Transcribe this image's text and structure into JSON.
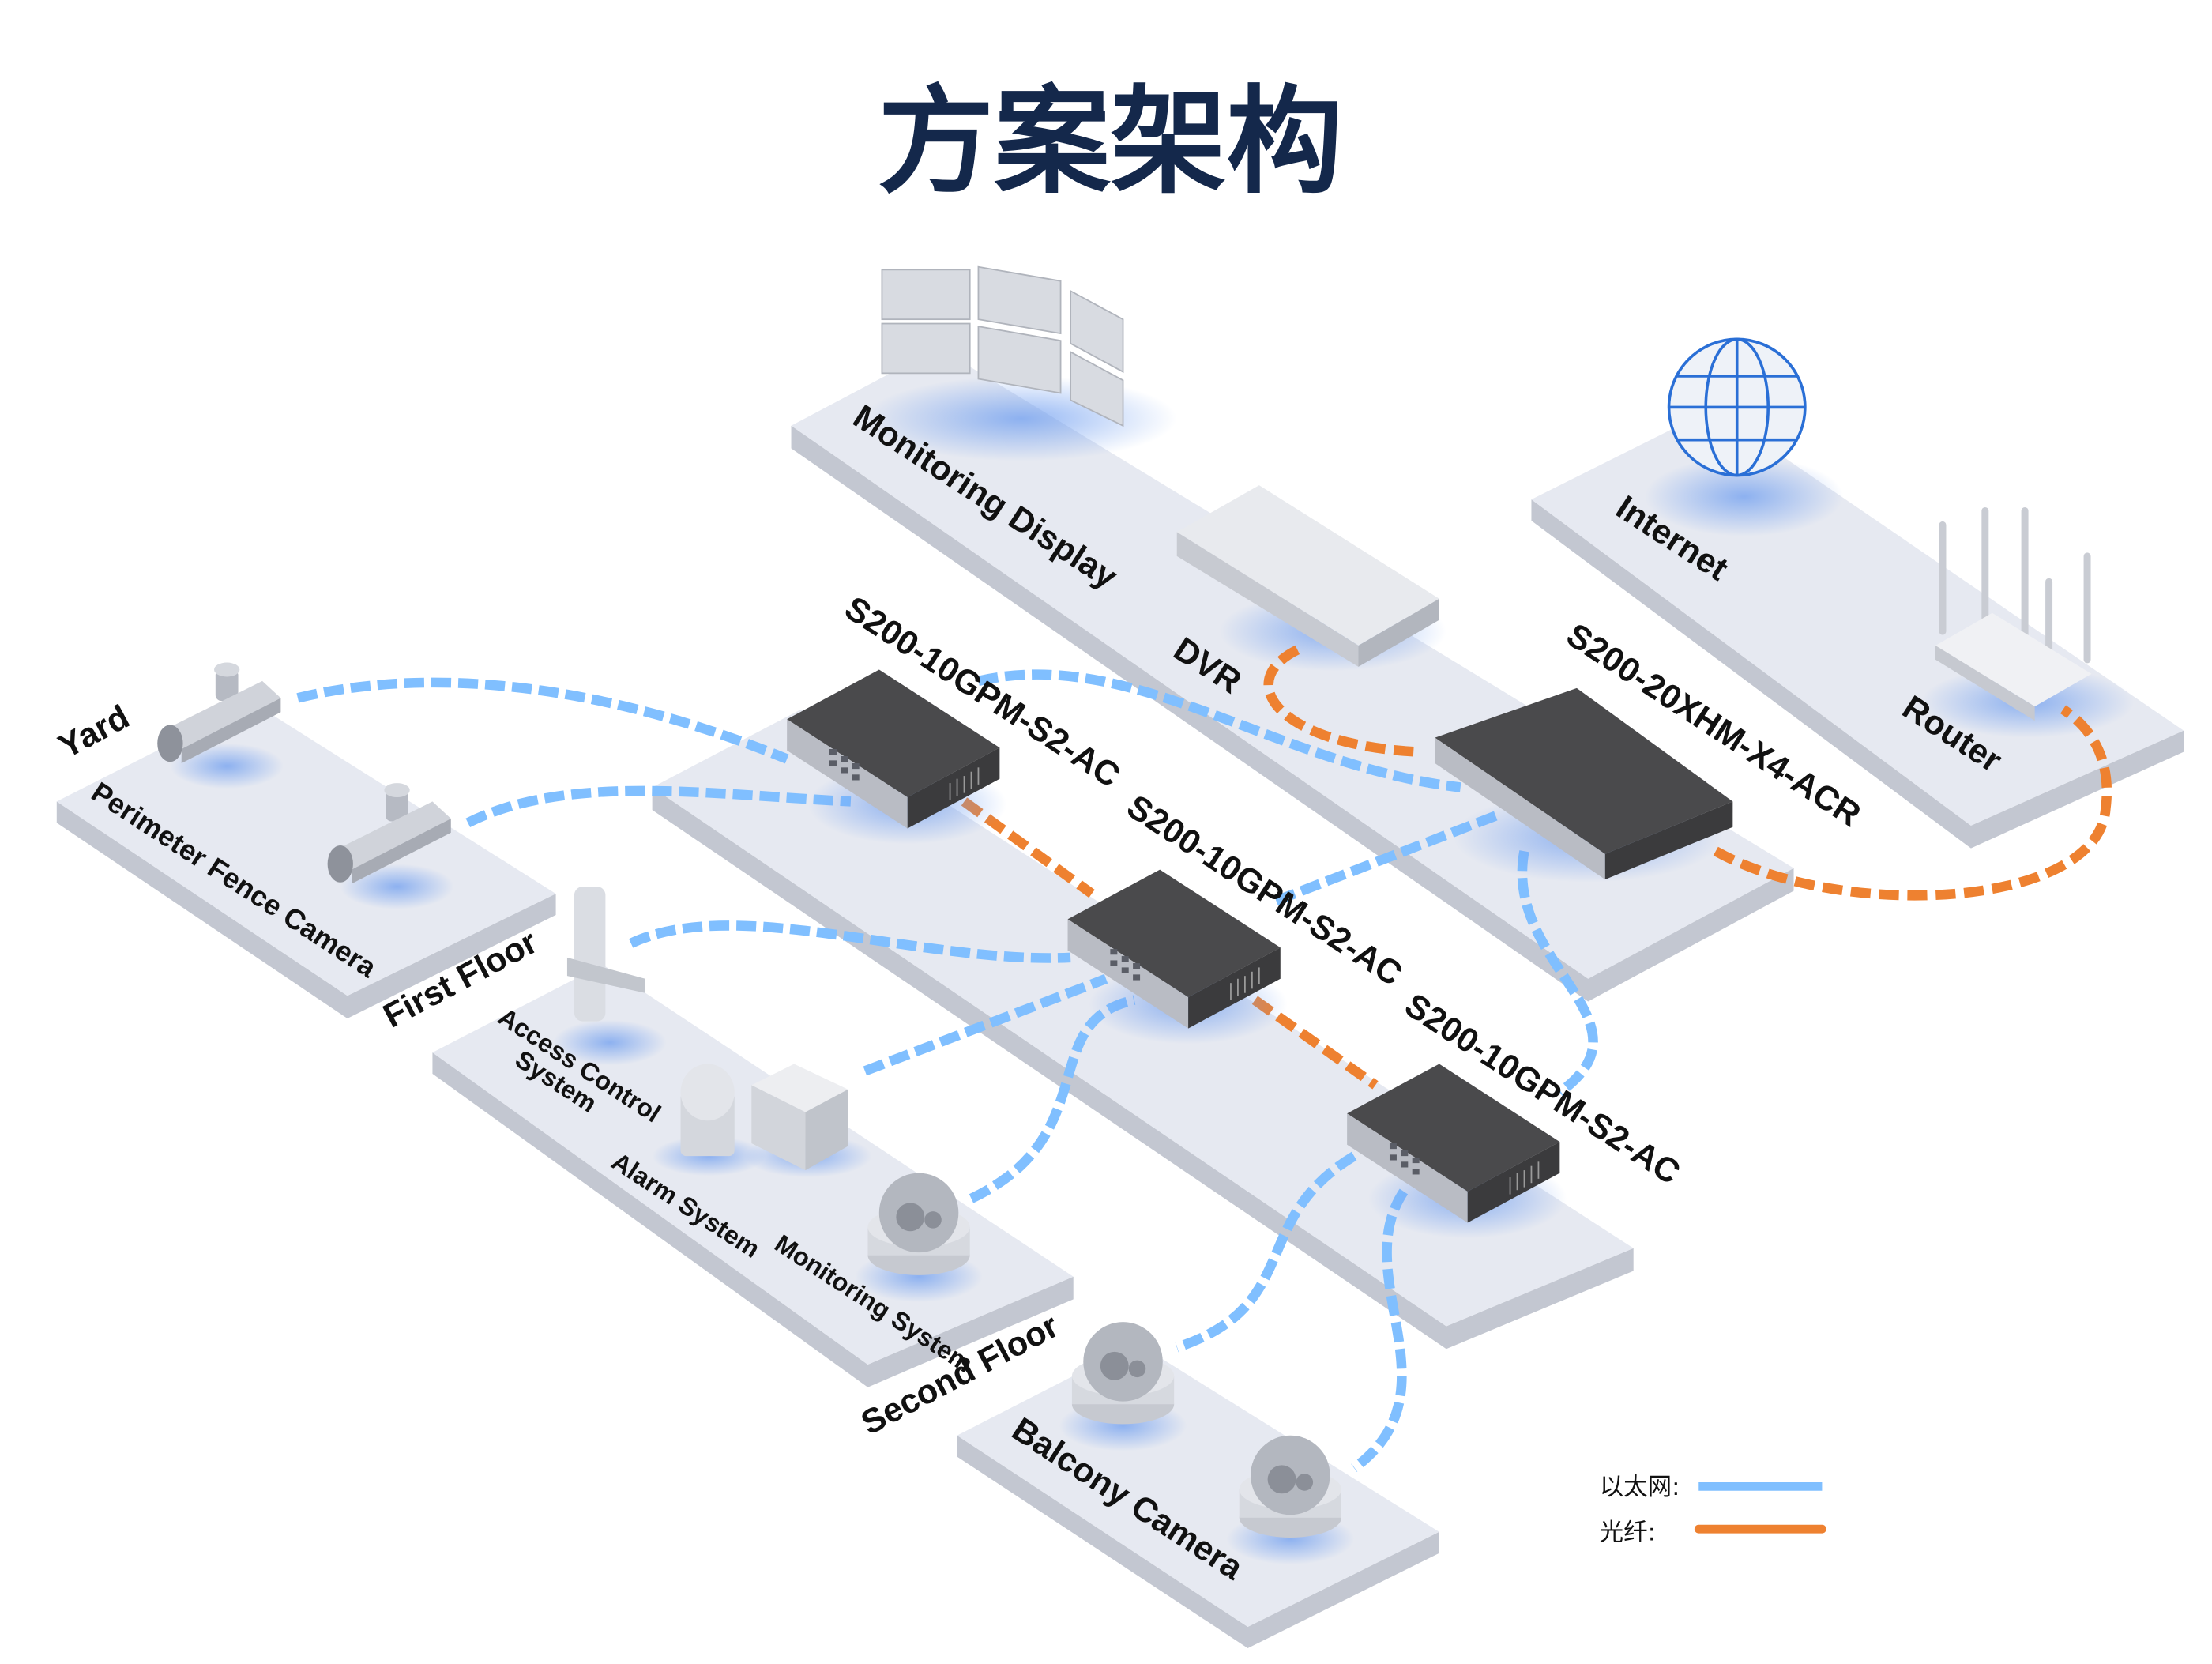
{
  "title": "方案架构",
  "colors": {
    "ethernet": "#80BFFF",
    "fiber": "#EE8130",
    "title": "#14284B",
    "platform": "#E6E9F1"
  },
  "zones": {
    "monitoring_display": "Monitoring Display",
    "dvr": "DVR",
    "internet": "Internet",
    "router": "Router",
    "yard": "Yard",
    "perimeter_fence_camera": "Perimeter Fence Camera",
    "first_floor": "First Floor",
    "access_control_line1": "Access Control",
    "access_control_line2": "System",
    "alarm_system": "Alarm System",
    "monitoring_system": "Monitoring System",
    "second_floor": "Second Floor",
    "balcony_camera": "Balcony Camera"
  },
  "switches": {
    "switch_1": "S200-10GPM-S2-AC",
    "core": "S200-20XHM-X4-ACR",
    "switch_2": "S200-10GPM-S2-AC",
    "switch_3": "S200-10GPM-S2-AC"
  },
  "legend": {
    "ethernet": "以太网:",
    "fiber": "光纤:"
  }
}
